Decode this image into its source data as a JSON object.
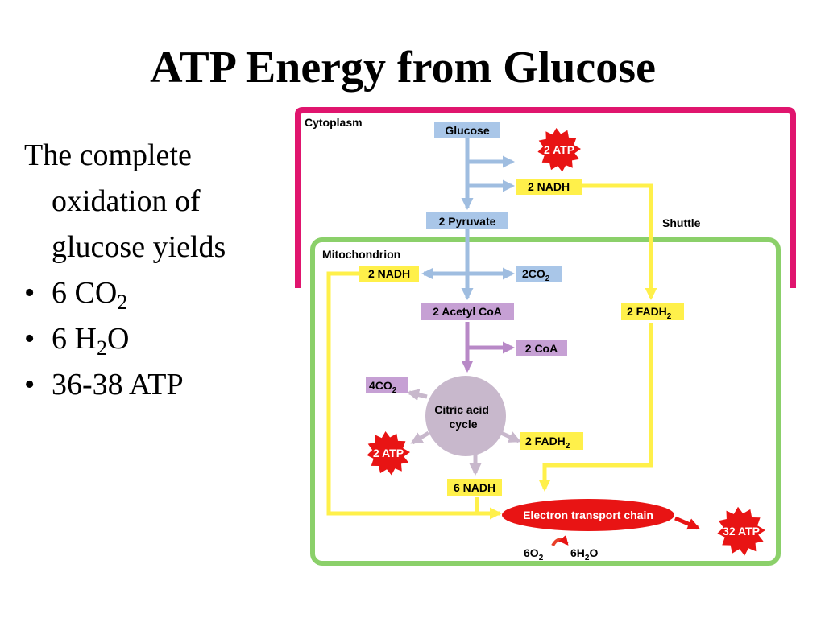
{
  "slide": {
    "title": "ATP Energy from Glucose",
    "intro": [
      "The complete",
      "oxidation of",
      "glucose yields"
    ],
    "bullets": [
      {
        "marker": "•",
        "main": "6 CO",
        "sub": "2",
        "tail": ""
      },
      {
        "marker": "•",
        "main": "6 H",
        "sub": "2",
        "tail": "O"
      },
      {
        "marker": "•",
        "main": "36-38 ATP",
        "sub": "",
        "tail": ""
      }
    ]
  },
  "diagram": {
    "regions": {
      "cytoplasm": "Cytoplasm",
      "mitochondrion": "Mitochondrion"
    },
    "nodes": {
      "glucose": "Glucose",
      "atp_glycolysis": "2 ATP",
      "nadh_glycolysis": "2 NADH",
      "pyruvate": "2 Pyruvate",
      "shuttle": "Shuttle",
      "nadh_pyruvate": "2 NADH",
      "co2_pyruvate": {
        "main": "2CO",
        "sub": "2"
      },
      "fadh_shuttle": {
        "main": "2 FADH",
        "sub": "2"
      },
      "acetyl_coa": "2 Acetyl CoA",
      "coa": "2 CoA",
      "co2_cycle": {
        "main": "4CO",
        "sub": "2"
      },
      "citric_cycle": [
        "Citric acid",
        "cycle"
      ],
      "atp_cycle": "2 ATP",
      "fadh_cycle": {
        "main": "2 FADH",
        "sub": "2"
      },
      "nadh_cycle": "6 NADH",
      "etc": "Electron transport chain",
      "atp_etc": "32 ATP",
      "o2": {
        "main": "6O",
        "sub": "2"
      },
      "h2o": {
        "pre": "6H",
        "sub": "2",
        "post": "O"
      }
    },
    "colors": {
      "cytoplasm_border": "#e0156e",
      "mito_border": "#8bd06a",
      "blue_box": "#a9c6e8",
      "yellow": "#fff04a",
      "purple_box": "#c6a0d4",
      "cycle": "#c8b8cc",
      "red": "#e81414",
      "arrow_blue": "#9fbde0",
      "arrow_purple": "#b889c7"
    }
  }
}
